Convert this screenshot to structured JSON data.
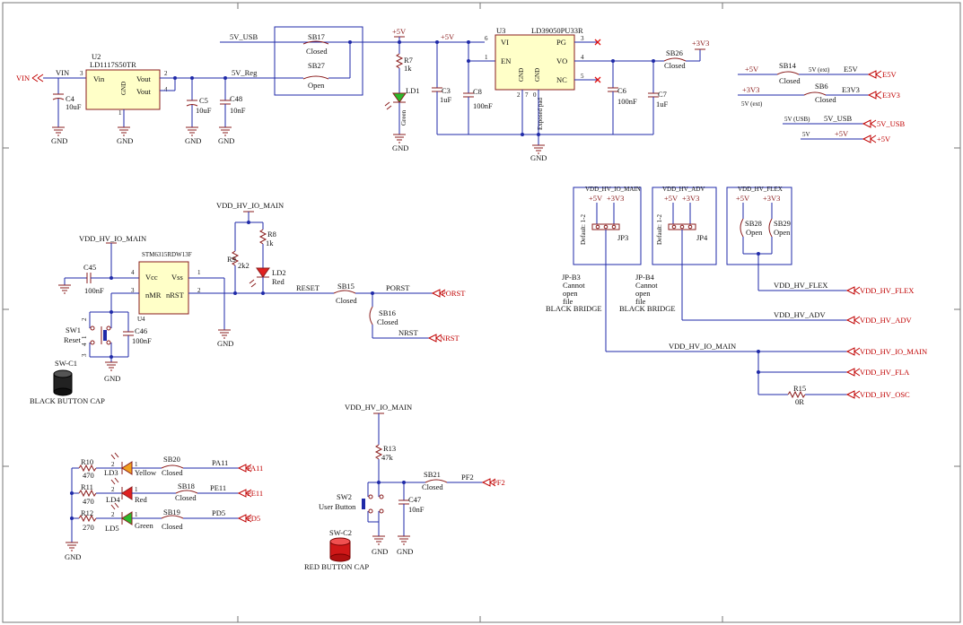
{
  "power": {
    "vin_port": "VIN",
    "vin_net": "VIN",
    "u2_ref": "U2",
    "u2_part": "LD1117S50TR",
    "u2_pin_vin": "Vin",
    "u2_pin_vout": "Vout",
    "u2_pin_vout2": "Vout",
    "u2_pin_gnd": "GND",
    "u2_pin3": "3",
    "u2_pin2": "2",
    "u2_pin4": "4",
    "u2_pin1": "1",
    "c4_ref": "C4",
    "c4_val": "10uF",
    "c5_ref": "C5",
    "c5_val": "10uF",
    "c48_ref": "C48",
    "c48_val": "10nF",
    "net_5v_usb": "5V_USB",
    "net_5v_reg": "5V_Reg",
    "sb17_ref": "SB17",
    "sb17_state": "Closed",
    "sb27_ref": "SB27",
    "sb27_state": "Open",
    "p5v": "+5V",
    "p5v_2": "+5V",
    "r7_ref": "R7",
    "r7_val": "1k",
    "ld1_ref": "LD1",
    "ld1_color": "Green",
    "c3_ref": "C3",
    "c3_val": "1uF",
    "c8_ref": "C8",
    "c8_val": "100nF",
    "u3_ref": "U3",
    "u3_part": "LD39050PU33R",
    "u3_vi": "VI",
    "u3_pg": "PG",
    "u3_en": "EN",
    "u3_vo": "VO",
    "u3_nc": "NC",
    "u3_gnd1": "GND",
    "u3_gnd2": "GND",
    "u3_pad": "Exposed pad",
    "u3_pin6": "6",
    "u3_pin3": "3",
    "u3_pin1": "1",
    "u3_pin4": "4",
    "u3_pin5": "5",
    "u3_pin2": "2",
    "u3_pin7": "7",
    "u3_pin0": "0",
    "c6_ref": "C6",
    "c6_val": "100nF",
    "c7_ref": "C7",
    "c7_val": "1uF",
    "sb26_ref": "SB26",
    "sb26_state": "Closed",
    "p3v3": "+3V3",
    "gnd": "GND"
  },
  "ext": {
    "p5v": "+5V",
    "sb14_ref": "SB14",
    "sb14_state": "Closed",
    "net_5v_ext": "5V (ext)",
    "e5v": "E5V",
    "e5v_port": "E5V",
    "p3v3": "+3V3",
    "sb6_ref": "SB6",
    "sb6_state": "Closed",
    "net_5v_ext2": "5V (ext)",
    "e3v3": "E3V3",
    "e3v3_port": "E3V3",
    "net_5v_usb_small": "5V (USB)",
    "net_5v_usb": "5V_USB",
    "port_5v_usb": "5V_USB",
    "net_5v": "5V",
    "p5v_b": "+5V",
    "port_p5v": "+5V"
  },
  "reset": {
    "vdd_main": "VDD_HV_IO_MAIN",
    "vdd_main2": "VDD_HV_IO_MAIN",
    "c45_ref": "C45",
    "c45_val": "100nF",
    "u4_part": "STM6315RDW13F",
    "u4_ref": "U4",
    "u4_vcc": "Vcc",
    "u4_vss": "Vss",
    "u4_nmr": "nMR",
    "u4_nrst": "nRST",
    "u4_p4": "4",
    "u4_p1": "1",
    "u4_p3": "3",
    "u4_p2": "2",
    "r8_ref": "R8",
    "r8_val": "1k",
    "r9_ref": "R9",
    "r9_val": "2k2",
    "ld2_ref": "LD2",
    "ld2_color": "Red",
    "net_reset": "RESET",
    "sb15_ref": "SB15",
    "sb15_state": "Closed",
    "porst": "PORST",
    "porst_port": "PORST",
    "sb16_ref": "SB16",
    "sb16_state": "Closed",
    "nrst": "NRST",
    "nrst_port": "NRST",
    "sw1_ref": "SW1",
    "sw1_name": "Reset",
    "c46_ref": "C46",
    "c46_val": "100nF",
    "swc1_ref": "SW-C1",
    "cap_black": "BLACK BUTTON CAP"
  },
  "leds": {
    "r10_ref": "R10",
    "r10_val": "470",
    "ld3_ref": "LD3",
    "ld3_color": "Yellow",
    "sb20_ref": "SB20",
    "sb20_state": "Closed",
    "pa11": "PA11",
    "pa11_port": "PA11",
    "r11_ref": "R11",
    "r11_val": "470",
    "ld4_ref": "LD4",
    "ld4_color": "Red",
    "sb18_ref": "SB18",
    "sb18_state": "Closed",
    "pe11": "PE11",
    "pe11_port": "PE11",
    "r12_ref": "R12",
    "r12_val": "270",
    "ld5_ref": "LD5",
    "ld5_color": "Green",
    "sb19_ref": "SB19",
    "sb19_state": "Closed",
    "pd5": "PD5",
    "pd5_port": "PD5",
    "pin2a": "2",
    "pin1a": "1",
    "pin2b": "2",
    "pin1b": "1",
    "pin2c": "2",
    "pin1c": "1"
  },
  "user_button": {
    "vdd_main": "VDD_HV_IO_MAIN",
    "r13_ref": "R13",
    "r13_val": "47k",
    "sw2_ref": "SW2",
    "sw2_name": "User Button",
    "c47_ref": "C47",
    "c47_val": "10nF",
    "sb21_ref": "SB21",
    "sb21_state": "Closed",
    "pf2": "PF2",
    "pf2_port": "PF2",
    "swc2_ref": "SW-C2",
    "cap_red": "RED BUTTON CAP"
  },
  "vdd_select": {
    "box1_net": "VDD_HV_IO_MAIN",
    "box1_p5v": "+5V",
    "box1_p3v3": "+3V3",
    "box1_default": "Default: 1-2",
    "jp3": "JP3",
    "jpb3": "JP-B3",
    "jpb3_note1": "Cannot",
    "jpb3_note2": "open",
    "jpb3_note3": "file",
    "bridge1": "BLACK BRIDGE",
    "box2_net": "VDD_HV_ADV",
    "box2_p5v": "+5V",
    "box2_p3v3": "+3V3",
    "box2_default": "Default: 1-2",
    "jp4": "JP4",
    "jpb4": "JP-B4",
    "jpb4_note1": "Cannot",
    "jpb4_note2": "open",
    "jpb4_note3": "file",
    "bridge2": "BLACK BRIDGE",
    "box3_net": "VDD_HV_FLEX",
    "box3_p5v": "+5V",
    "box3_p3v3": "+3V3",
    "sb28_ref": "SB28",
    "sb28_state": "Open",
    "sb29_ref": "SB29",
    "sb29_state": "Open",
    "net_flex": "VDD_HV_FLEX",
    "port_flex": "VDD_HV_FLEX",
    "net_adv": "VDD_HV_ADV",
    "port_adv": "VDD_HV_ADV",
    "net_main": "VDD_HV_IO_MAIN",
    "port_main": "VDD_HV_IO_MAIN",
    "port_fla": "VDD_HV_FLA",
    "r15_ref": "R15",
    "r15_val": "0R",
    "port_osc": "VDD_HV_OSC"
  },
  "colors": {
    "wire": "#1f2aa8",
    "component": "#8a1c1c",
    "port": "#c00000",
    "ic_fill": "#ffffc8"
  }
}
